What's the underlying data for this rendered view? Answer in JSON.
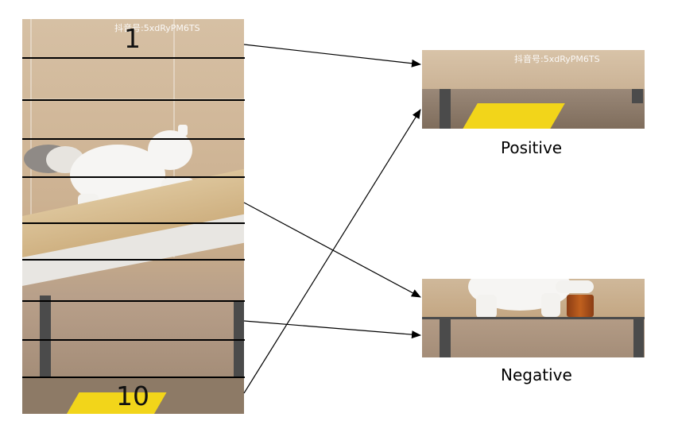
{
  "diagram": {
    "source_photo": {
      "watermark": "抖音号:5xdRyPM6TS"
    },
    "segment_labels": {
      "first": "1",
      "last": "10"
    },
    "outputs": {
      "positive": {
        "watermark": "抖音号:5xdRyPM6TS",
        "label": "Positive"
      },
      "negative": {
        "label": "Negative"
      }
    },
    "colors": {
      "lines": "#000000",
      "accent_yellow": "#f2d51a",
      "background": "#ffffff"
    }
  }
}
